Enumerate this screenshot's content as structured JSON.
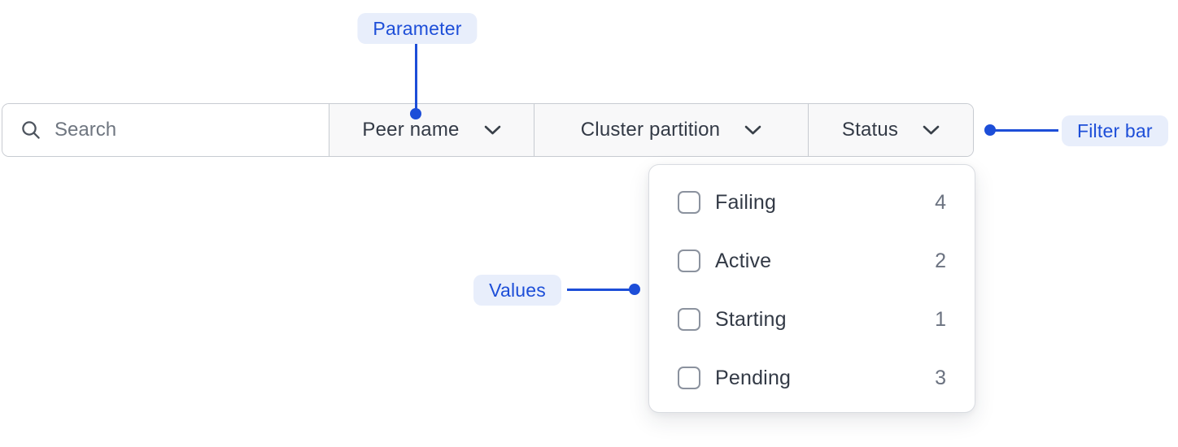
{
  "annotations": {
    "parameter": {
      "label": "Parameter"
    },
    "filter_bar": {
      "label": "Filter bar"
    },
    "values": {
      "label": "Values"
    }
  },
  "filter_bar": {
    "search": {
      "placeholder": "Search",
      "value": "",
      "icon": "search-icon"
    },
    "dropdowns": [
      {
        "label": "Peer name",
        "icon": "chevron-down-icon"
      },
      {
        "label": "Cluster partition",
        "icon": "chevron-down-icon"
      },
      {
        "label": "Status",
        "icon": "chevron-down-icon"
      }
    ]
  },
  "status_dropdown": {
    "options": [
      {
        "label": "Failing",
        "count": "4",
        "checked": false
      },
      {
        "label": "Active",
        "count": "2",
        "checked": false
      },
      {
        "label": "Starting",
        "count": "1",
        "checked": false
      },
      {
        "label": "Pending",
        "count": "3",
        "checked": false
      }
    ]
  },
  "colors": {
    "accent_blue": "#1d4ed8",
    "annotation_badge_bg": "#e8eefb",
    "bar_border": "#c7cbd1",
    "segment_bg": "#f8f8f9",
    "text_dark": "#333a46",
    "text_gray": "#6b7280"
  }
}
